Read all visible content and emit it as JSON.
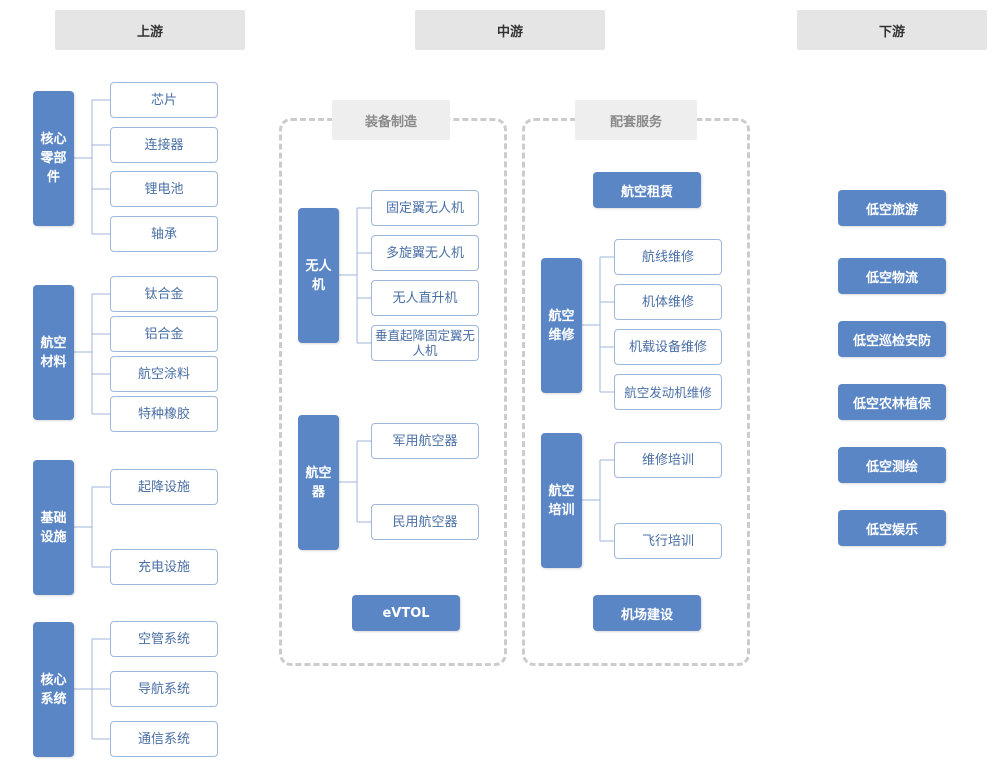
{
  "headers": {
    "upstream": "上游",
    "midstream": "中游",
    "downstream": "下游"
  },
  "upstream": {
    "core_parts": {
      "label": "核心零部件",
      "items": [
        "芯片",
        "连接器",
        "锂电池",
        "轴承"
      ]
    },
    "materials": {
      "label": "航空材料",
      "items": [
        "钛合金",
        "铝合金",
        "航空涂料",
        "特种橡胶"
      ]
    },
    "infrastructure": {
      "label": "基础设施",
      "items": [
        "起降设施",
        "充电设施"
      ]
    },
    "core_systems": {
      "label": "核心系统",
      "items": [
        "空管系统",
        "导航系统",
        "通信系统"
      ]
    }
  },
  "midstream": {
    "equipment": {
      "label": "装备制造",
      "drones": {
        "label": "无人机",
        "items": [
          "固定翼无人机",
          "多旋翼无人机",
          "无人直升机",
          "垂直起降固定翼无人机"
        ]
      },
      "aircraft": {
        "label": "航空器",
        "items": [
          "军用航空器",
          "民用航空器"
        ]
      },
      "evtol": "eVTOL"
    },
    "services": {
      "label": "配套服务",
      "leasing": "航空租赁",
      "maintenance": {
        "label": "航空维修",
        "items": [
          "航线维修",
          "机体维修",
          "机载设备维修",
          "航空发动机维修"
        ]
      },
      "training": {
        "label": "航空培训",
        "items": [
          "维修培训",
          "飞行培训"
        ]
      },
      "airport": "机场建设"
    }
  },
  "downstream": {
    "items": [
      "低空旅游",
      "低空物流",
      "低空巡检安防",
      "低空农林植保",
      "低空测绘",
      "低空娱乐"
    ]
  },
  "colors": {
    "accent": "#5b86c5",
    "leaf_border": "#9fb7da",
    "leaf_text": "#4a6fa5",
    "header_bg": "#e5e5e5",
    "dash": "#cccccc"
  }
}
